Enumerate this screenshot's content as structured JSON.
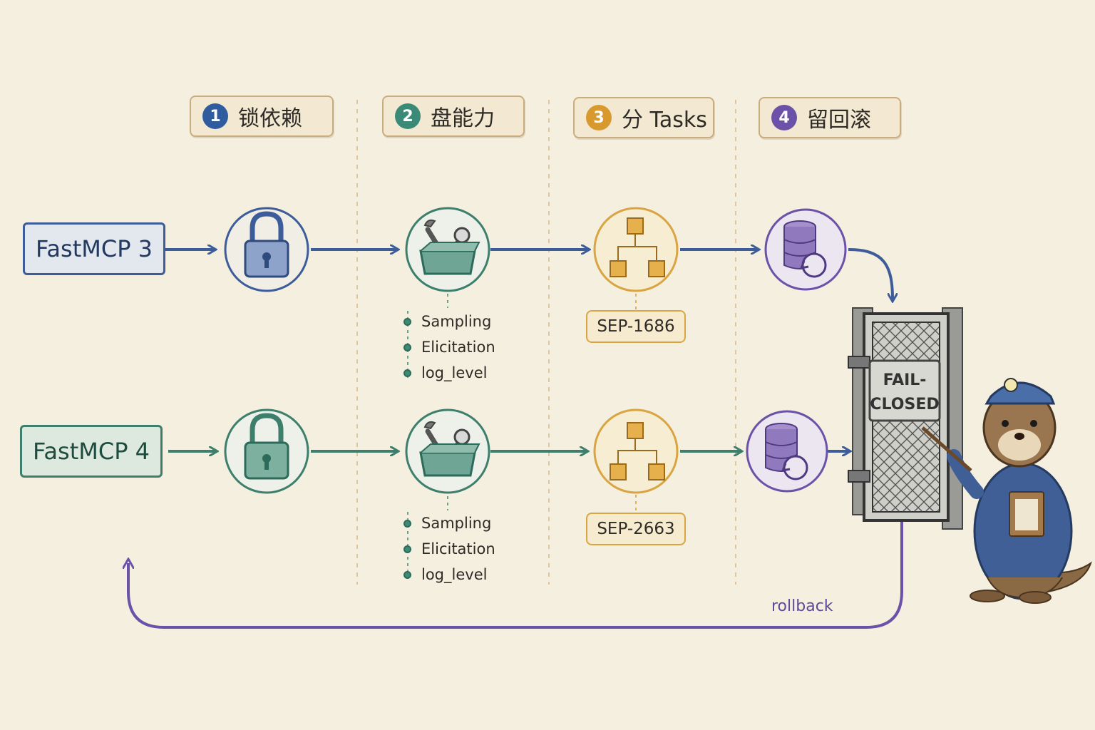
{
  "steps": [
    {
      "number": "1",
      "label": "锁依赖",
      "color": "#2f5c9e"
    },
    {
      "number": "2",
      "label": "盘能力",
      "color": "#3a8a77"
    },
    {
      "number": "3",
      "label": "分 Tasks",
      "color": "#d89a2e"
    },
    {
      "number": "4",
      "label": "留回滚",
      "color": "#6b52a8"
    }
  ],
  "rows": [
    {
      "version": "FastMCP 3",
      "capabilities": [
        "Sampling",
        "Elicitation",
        "log_level"
      ],
      "sep": "SEP-1686",
      "accent": "#3c5d9a"
    },
    {
      "version": "FastMCP 4",
      "capabilities": [
        "Sampling",
        "Elicitation",
        "log_level"
      ],
      "sep": "SEP-2663",
      "accent": "#3d7f6c"
    }
  ],
  "gate": {
    "sign_line1": "FAIL-",
    "sign_line2": "CLOSED"
  },
  "rollback_label": "rollback",
  "icons": {
    "lock": "lock-icon",
    "toolbox": "toolbox-icon",
    "tasks": "task-tree-icon",
    "rollback": "database-rollback-icon"
  }
}
